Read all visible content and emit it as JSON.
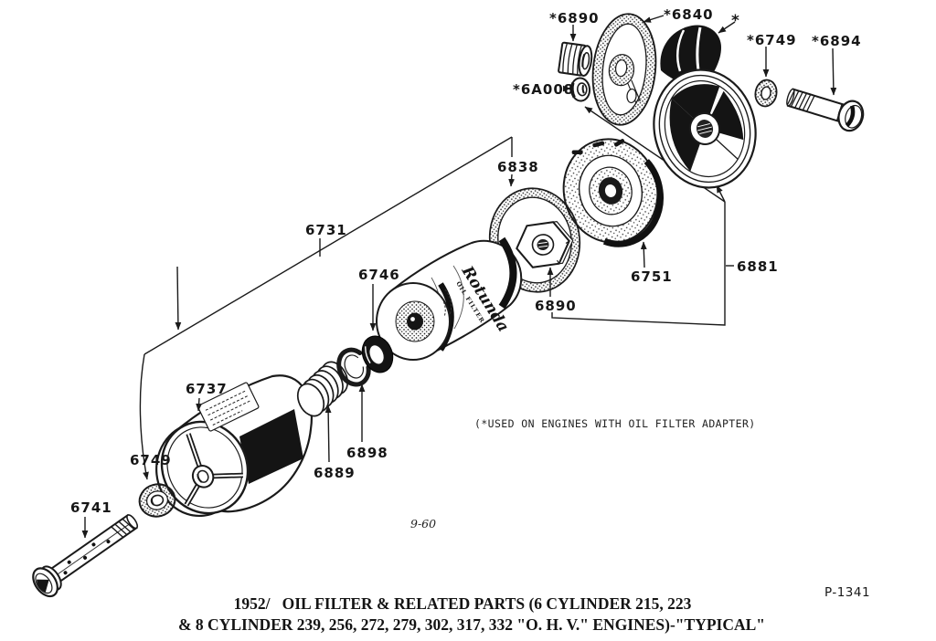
{
  "figure": {
    "note": "(*USED ON ENGINES WITH OIL FILTER ADAPTER)",
    "date_code": "9-60",
    "plate_id": "P-1341",
    "caption_line1": "1952/   OIL FILTER & RELATED PARTS (6 CYLINDER 215, 223",
    "caption_line2": "& 8 CYLINDER 239, 256, 272, 279, 302, 317, 332 \"O. H. V.\" ENGINES)-\"TYPICAL\"",
    "ink_color": "#1a1a1a",
    "paper_color": "#ffffff"
  },
  "cartridge": {
    "brand": "Rotunda",
    "sub": "OIL FILTER"
  },
  "labels": [
    {
      "id": "6890-plug",
      "text": "*6890"
    },
    {
      "id": "6840-gasket",
      "text": "*6840"
    },
    {
      "id": "asterisk",
      "text": "*"
    },
    {
      "id": "6749-ring",
      "text": "*6749"
    },
    {
      "id": "6894-bolt",
      "text": "*6894"
    },
    {
      "id": "6A008-nut",
      "text": "*6A008"
    },
    {
      "id": "6838-gasket",
      "text": "6838"
    },
    {
      "id": "6731-assy",
      "text": "6731"
    },
    {
      "id": "6746-seal",
      "text": "6746"
    },
    {
      "id": "6751-plate",
      "text": "6751"
    },
    {
      "id": "6881-rotor",
      "text": "6881"
    },
    {
      "id": "6890-nut",
      "text": "6890"
    },
    {
      "id": "6737-body",
      "text": "6737"
    },
    {
      "id": "6898-retainer",
      "text": "6898"
    },
    {
      "id": "6889-spring",
      "text": "6889"
    },
    {
      "id": "6749-washer",
      "text": "6749"
    },
    {
      "id": "6741-bolt",
      "text": "6741"
    }
  ]
}
